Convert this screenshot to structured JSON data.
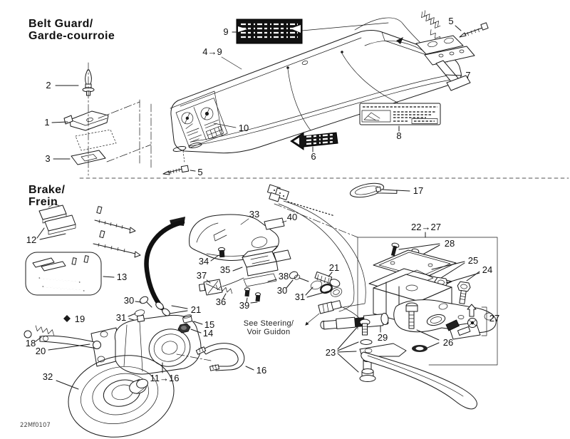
{
  "document": {
    "type": "exploded-parts-diagram",
    "footer_code": "22Mf0107"
  },
  "sections": {
    "belt_guard": {
      "title_line1": "Belt Guard/",
      "title_line2": "Garde-courroie"
    },
    "brake": {
      "title_line1": "Brake/",
      "title_line2": "Frein"
    }
  },
  "notes": {
    "see_steering_line1": "See Steering/",
    "see_steering_line2": "Voir Guidon"
  },
  "icons": {
    "warning_decal_top": "black-warning-decal",
    "warning_decal_arrow": "arrow-shaped-decal",
    "warning_label": "instruction-label",
    "guard_decal": "belt-guard-warning-decal",
    "cable_tie": "cable-tie",
    "brake_disc": "brake-disc",
    "brake_caliper": "brake-caliper",
    "master_cylinder": "master-cylinder",
    "brake_lever": "brake-lever"
  },
  "colors": {
    "line": "#1a1a1a",
    "paper": "#ffffff",
    "decal_dark": "#111111"
  },
  "callouts": {
    "p1": "1",
    "p2": "2",
    "p3": "3",
    "p4_9": "4→9",
    "p5a": "5",
    "p5b": "5",
    "p6": "6",
    "p7": "7",
    "p8": "8",
    "p9": "9",
    "p10": "10",
    "p11_16": "11→16",
    "p12": "12",
    "p13": "13",
    "p14": "14",
    "p15": "15",
    "p16": "16",
    "p17": "17",
    "p18": "18",
    "p19": "19",
    "p20": "20",
    "p21a": "21",
    "p21b": "21",
    "p22_27": "22→27",
    "p23": "23",
    "p24": "24",
    "p25": "25",
    "p26": "26",
    "p27": "27",
    "p28": "28",
    "p29": "29",
    "p30a": "30",
    "p30b": "30",
    "p31a": "31",
    "p31b": "31",
    "p32": "32",
    "p33": "33",
    "p34": "34",
    "p35": "35",
    "p36": "36",
    "p37": "37",
    "p38": "38",
    "p39": "39",
    "p40": "40"
  }
}
